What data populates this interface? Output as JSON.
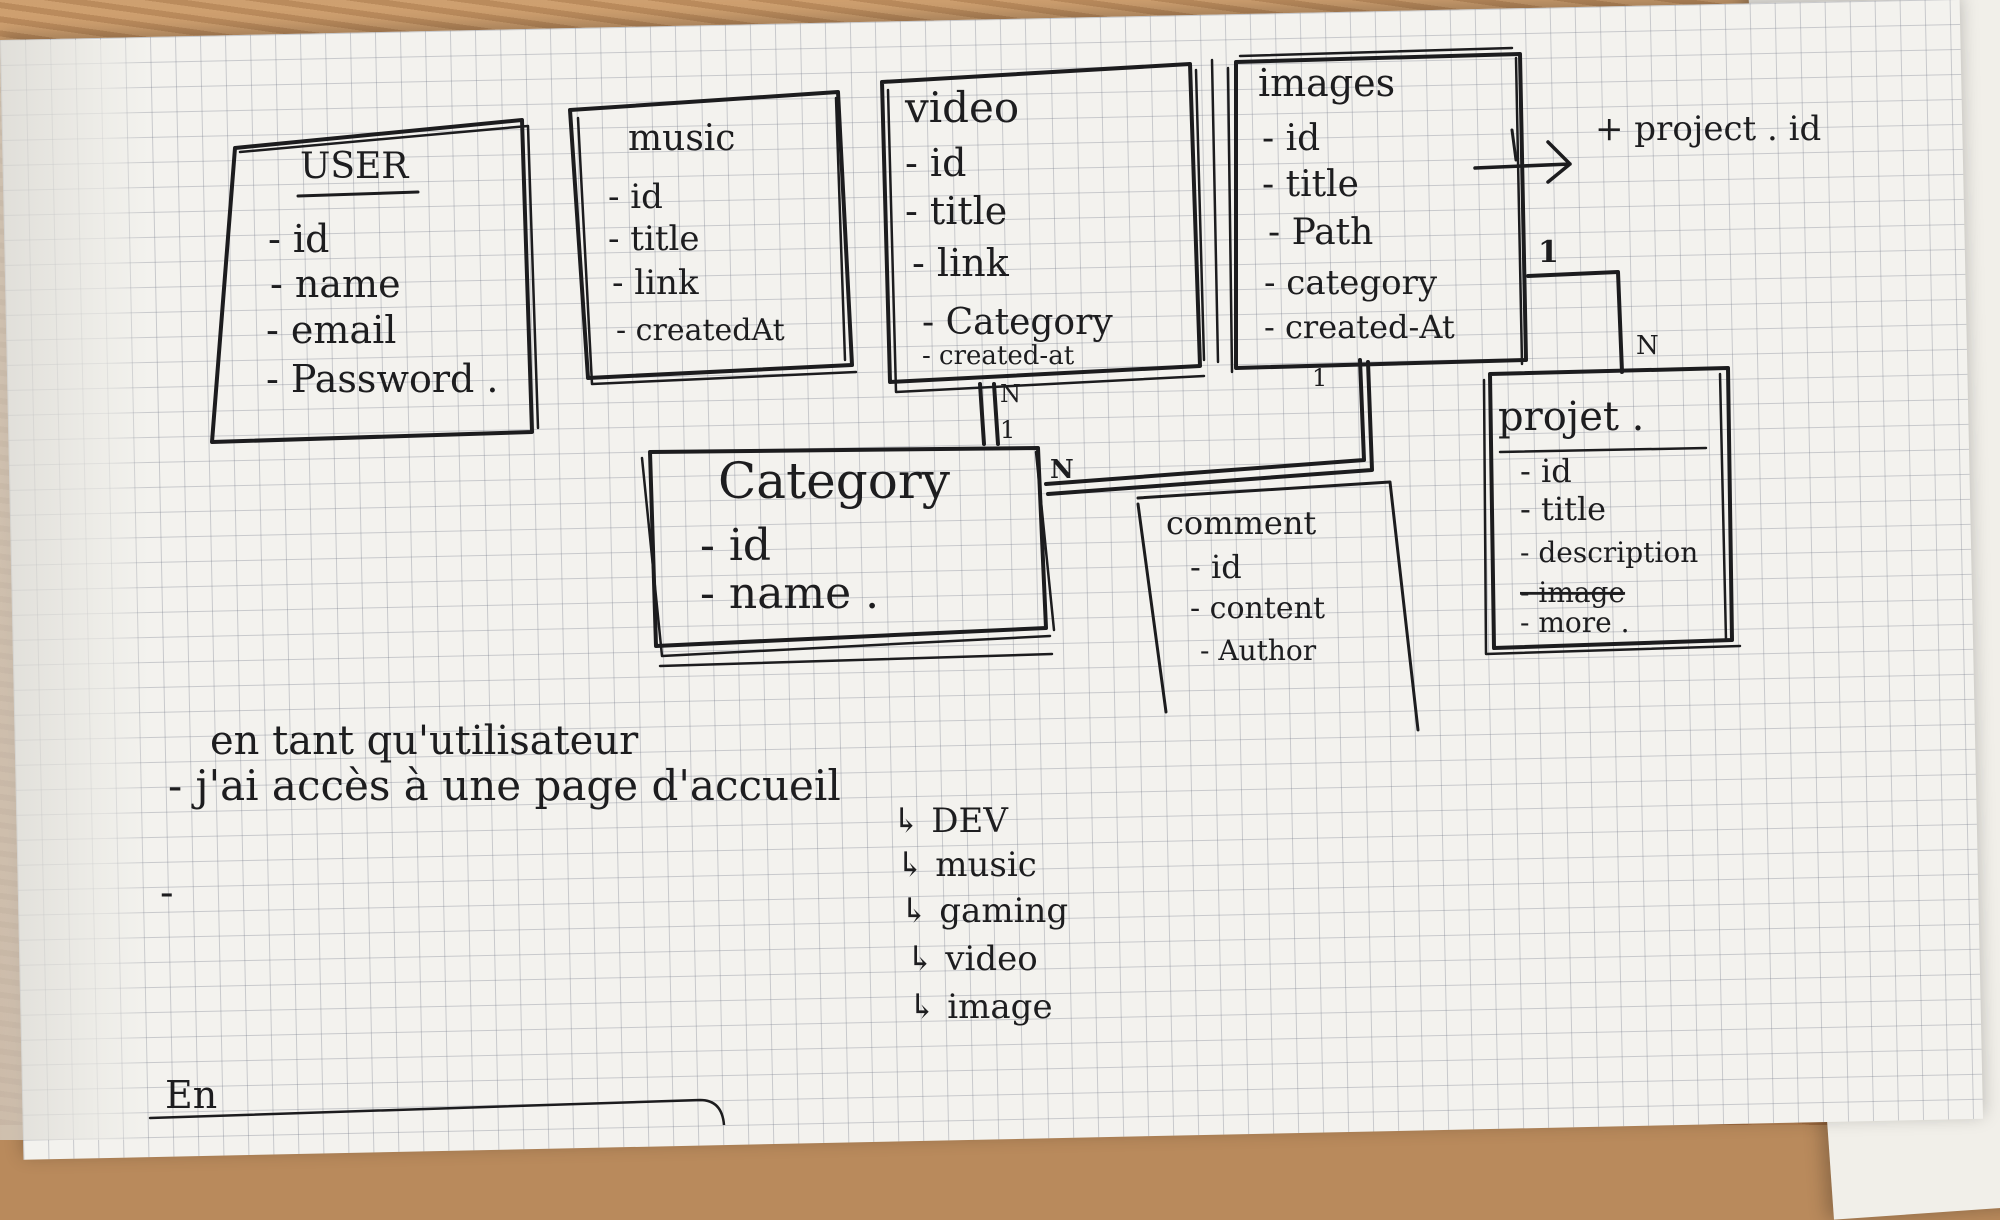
{
  "entities": {
    "user": {
      "title": "USER",
      "fields": [
        "- id",
        "- name",
        "- email",
        "- Password ."
      ]
    },
    "music": {
      "title": "music",
      "fields": [
        "- id",
        "- title",
        "- link",
        "- createdAt"
      ]
    },
    "video": {
      "title": "video",
      "fields": [
        "- id",
        "- title",
        "- link",
        "- Category",
        "- created-at"
      ]
    },
    "images": {
      "title": "images",
      "fields": [
        "- id",
        "- title",
        "- Path",
        "- category",
        "- created-At"
      ]
    },
    "category": {
      "title": "Category",
      "fields": [
        "- id",
        "- name ."
      ]
    },
    "comment": {
      "title": "comment",
      "fields": [
        "- id",
        "- content",
        "- Author"
      ]
    },
    "project": {
      "title": "projet .",
      "fields": [
        "- id",
        "- title",
        "- description",
        "- image",
        "- more ."
      ]
    }
  },
  "annotations": {
    "project_fk": "+ project . id",
    "images_project_one": "1",
    "images_project_many": "N",
    "video_category_many": "N",
    "video_category_one": "1",
    "images_category_one": "1",
    "images_category_many": "N"
  },
  "notes": {
    "line1": "en tant qu'utilisateur",
    "line2": "- j'ai accès à une page d'accueil",
    "line3": "-",
    "subitems": [
      "↳ DEV",
      "↳ music",
      "↳ gaming",
      "↳ video",
      "↳ image"
    ],
    "bottom": "En"
  },
  "colors": {
    "ink": "#1c1c1e",
    "paper": "#f3f2ee",
    "grid": "#787d8c",
    "table": "#b98a5c"
  }
}
